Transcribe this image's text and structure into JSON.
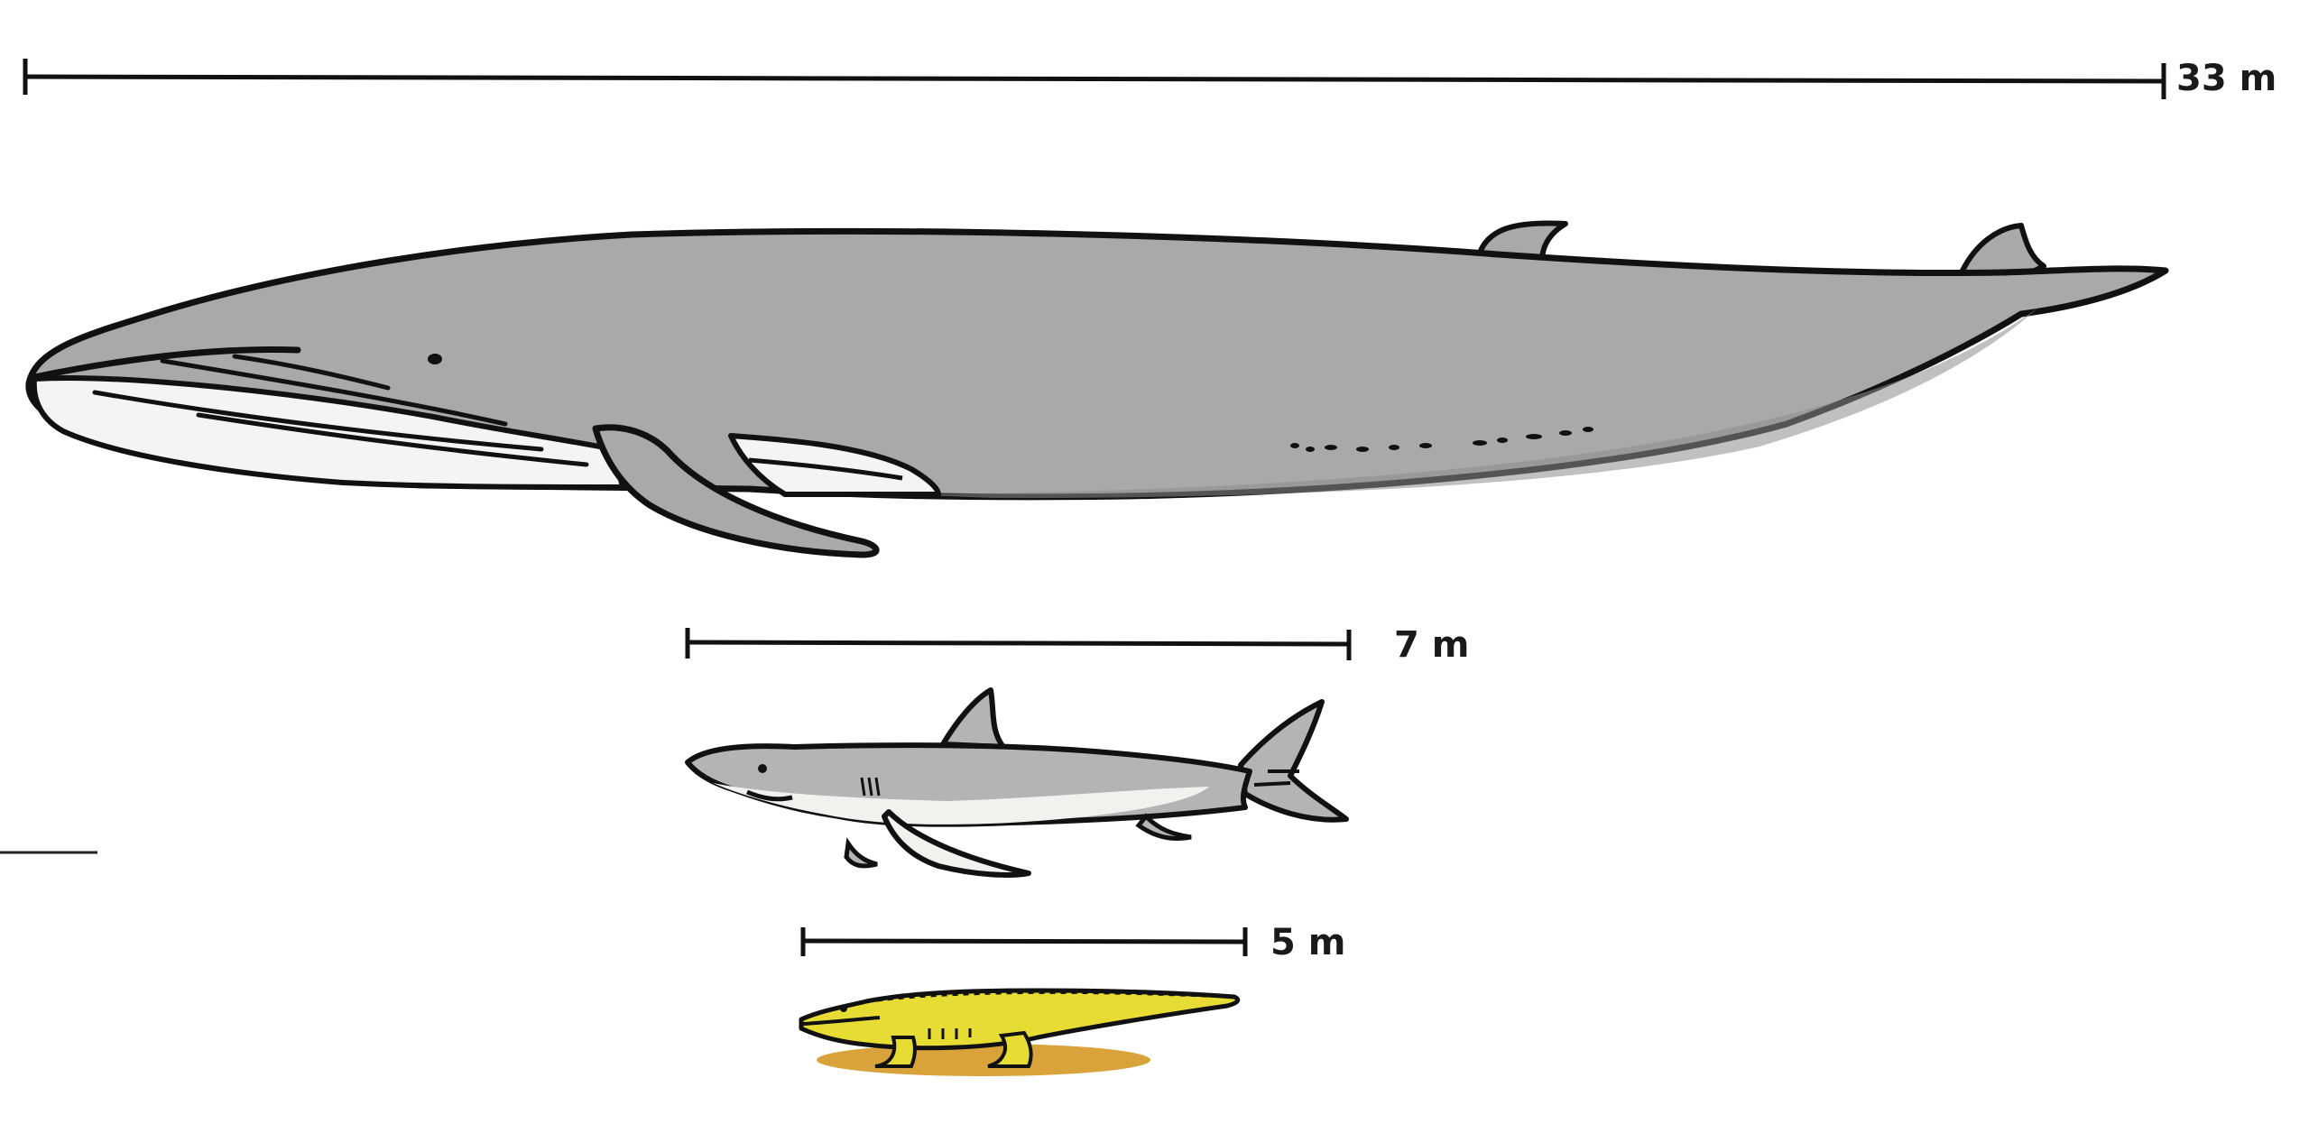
{
  "scales": {
    "whale_label": "33 m",
    "shark_label": "7 m",
    "crocodile_label": "5 m"
  },
  "colors": {
    "outline": "#111111",
    "whale_body": "#a9a9ab",
    "whale_belly": "#f4f4f4",
    "shark_body": "#b4b4b6",
    "shark_belly": "#f1f1ee",
    "crocodile_body": "#e6dc34",
    "crocodile_shadow": "#d9a23a"
  }
}
